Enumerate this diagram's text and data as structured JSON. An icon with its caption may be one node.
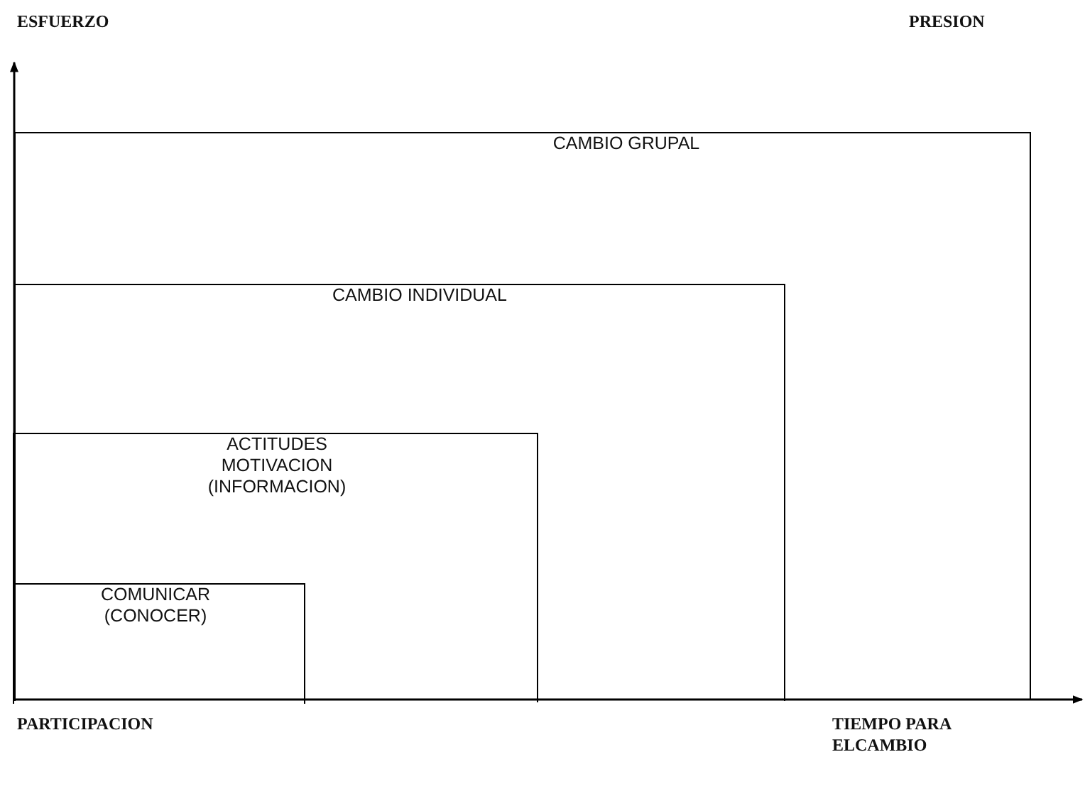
{
  "diagram": {
    "nodes": [
      {
        "text": [
          "CAMBIO GRUPAL"
        ]
      },
      {
        "text": [
          "CAMBIO INDIVIDUAL"
        ],
        "in": 0
      },
      {
        "text": [
          "ACTITUDES MOTIVACION (INFORMACION)"
        ],
        "in": 1
      },
      {
        "text": [
          "COMUNICAR (CONOCER)"
        ],
        "in": 2
      }
    ],
    "labels": [
      "ESFUERZO",
      "PRESION",
      "PARTICIPACION",
      "TIEMPO PARA ELCAMBIO"
    ]
  }
}
